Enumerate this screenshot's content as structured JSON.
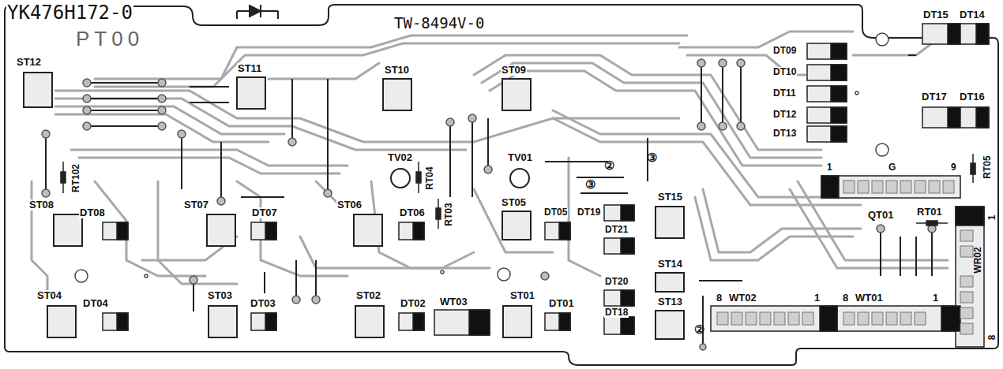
{
  "diagram": {
    "labels": [
      "YK476H172-0",
      "PT00",
      "TW-8494V-0",
      "ST12",
      "ST11",
      "ST10",
      "ST09",
      "DT15",
      "DT14",
      "DT09",
      "DT10",
      "DT11",
      "DT12",
      "DT13",
      "DT17",
      "DT16",
      "RT102",
      "TV02",
      "TV01",
      "②",
      "③",
      "③",
      "1",
      "G",
      "9",
      "RT05",
      "RT04",
      "RT03",
      "ST08",
      "DT08",
      "ST07",
      "DT07",
      "ST06",
      "DT06",
      "ST05",
      "DT05",
      "DT19",
      "ST15",
      "QT01",
      "RT01",
      "DT21",
      "ST14",
      "DT20",
      "DT18",
      "ST04",
      "DT04",
      "ST03",
      "DT03",
      "ST02",
      "DT02",
      "WT03",
      "ST01",
      "DT01",
      "ST13",
      "8",
      "WT02",
      "1",
      "8",
      "WT01",
      "1",
      "WR02",
      "1",
      "8",
      "②"
    ]
  }
}
